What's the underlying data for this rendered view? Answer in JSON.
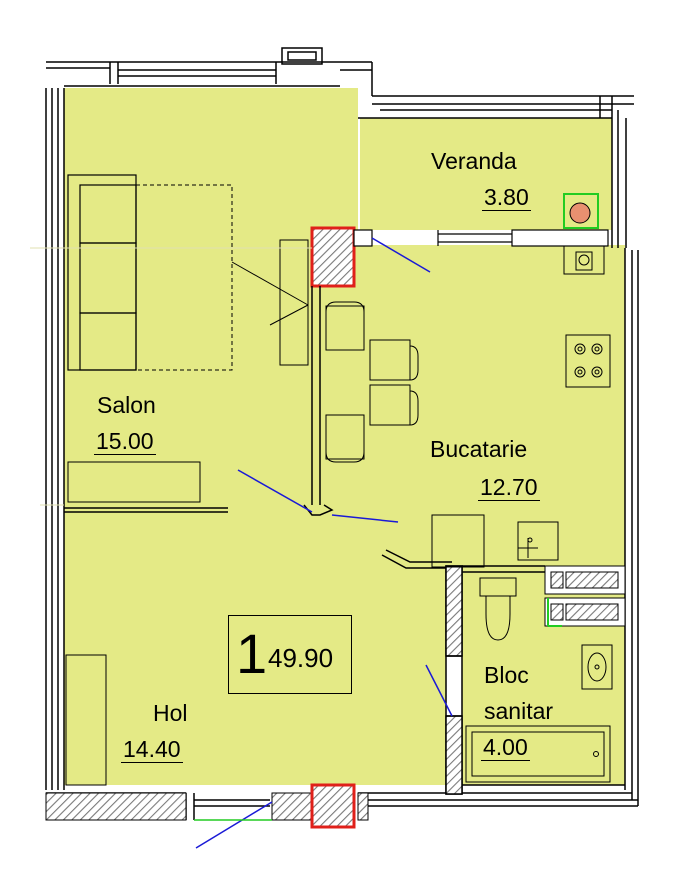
{
  "rooms": {
    "veranda": {
      "name": "Veranda",
      "area": "3.80"
    },
    "salon": {
      "name": "Salon",
      "area": "15.00"
    },
    "bucatarie": {
      "name": "Bucatarie",
      "area": "12.70"
    },
    "bloc_sanitar": {
      "name_line1": "Bloc",
      "name_line2": "sanitar",
      "area": "4.00"
    },
    "hol": {
      "name": "Hol",
      "area": "14.40"
    }
  },
  "apartment": {
    "number": "1",
    "total_area": "49.90"
  },
  "colors": {
    "floor_fill": "#e4ea86",
    "wall": "#000000",
    "column_outline": "#e0201a",
    "hatch": "#8a8a8a",
    "annotation_line": "#1a1ad6",
    "marker_green": "#22cc22",
    "marker_orange": "#e89070"
  }
}
